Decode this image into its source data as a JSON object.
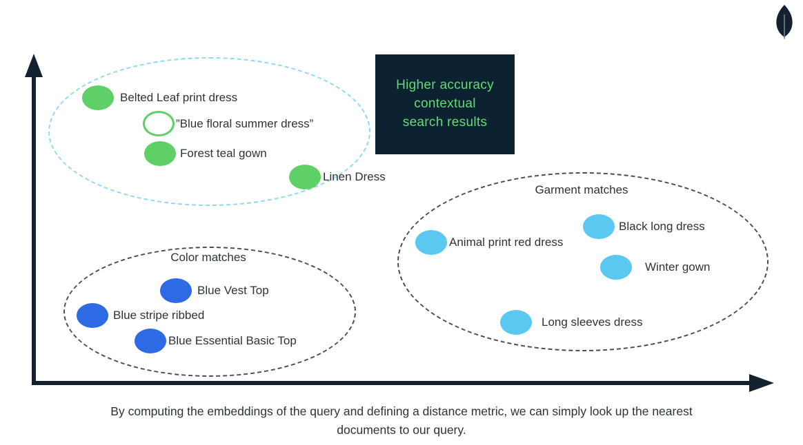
{
  "figure": {
    "callout": {
      "text": "Higher accuracy contextual search results"
    },
    "caption": {
      "line1": "By computing the embeddings of the query and defining a distance metric, we can simply look up the nearest",
      "line2": "documents to our query."
    },
    "logo": "mongodb-leaf"
  },
  "clusters": {
    "query_results": {
      "outline_color": "#8ed7f6",
      "points": [
        {
          "label": "Belted Leaf print dress",
          "type": "filled-green"
        },
        {
          "label": "”Blue floral summer dress”",
          "type": "outlined-green-query"
        },
        {
          "label": "Forest teal gown",
          "type": "filled-green"
        },
        {
          "label": "Linen Dress",
          "type": "filled-green"
        }
      ]
    },
    "color_matches": {
      "label": "Color matches",
      "outline_color": "#4a4d50",
      "points": [
        {
          "label": "Blue Vest Top",
          "type": "filled-royal-blue"
        },
        {
          "label": "Blue stripe ribbed",
          "type": "filled-royal-blue"
        },
        {
          "label": "Blue Essential Basic Top",
          "type": "filled-royal-blue"
        }
      ]
    },
    "garment_matches": {
      "label": "Garment matches",
      "outline_color": "#4a4d50",
      "points": [
        {
          "label": "Animal print red dress",
          "type": "filled-sky-blue"
        },
        {
          "label": "Black long dress",
          "type": "filled-sky-blue"
        },
        {
          "label": "Winter gown",
          "type": "filled-sky-blue"
        },
        {
          "label": "Long sleeves dress",
          "type": "filled-sky-blue"
        }
      ]
    }
  },
  "colors": {
    "green": "#5fd068",
    "royal_blue": "#2d6ae4",
    "sky_blue": "#5ac8f0",
    "navy": "#13222e",
    "callout_bg": "#0c2230",
    "callout_text": "#63da78",
    "query_cluster_dash": "#8ed7f6",
    "match_cluster_dash": "#4a4d50"
  }
}
